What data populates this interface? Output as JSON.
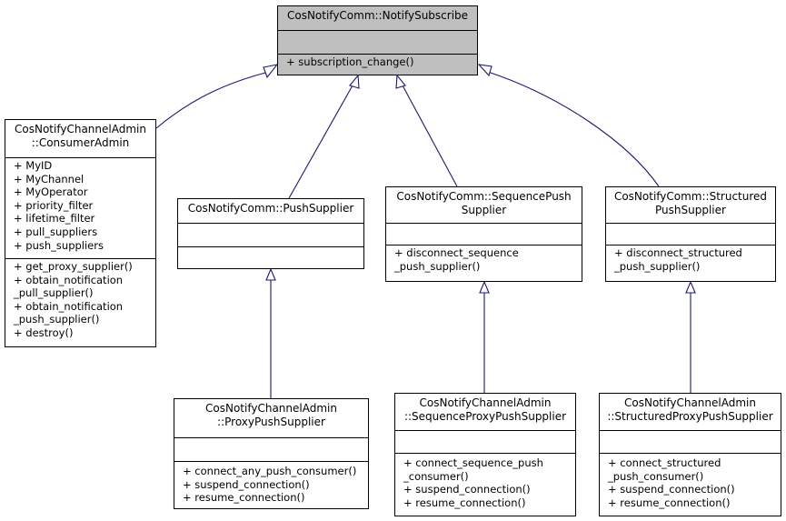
{
  "nodes": {
    "notify_subscribe": {
      "title": [
        "CosNotifyComm::NotifySubscribe"
      ],
      "attributes": [],
      "operations": [
        "+ subscription_change()"
      ]
    },
    "consumer_admin": {
      "title": [
        "CosNotifyChannelAdmin",
        "::ConsumerAdmin"
      ],
      "attributes": [
        "+ MyID",
        "+ MyChannel",
        "+ MyOperator",
        "+ priority_filter",
        "+ lifetime_filter",
        "+ pull_suppliers",
        "+ push_suppliers"
      ],
      "operations": [
        "+ get_proxy_supplier()",
        "+ obtain_notification",
        "_pull_supplier()",
        "+ obtain_notification",
        "_push_supplier()",
        "+ destroy()"
      ]
    },
    "push_supplier": {
      "title": [
        "CosNotifyComm::PushSupplier"
      ],
      "attributes": [],
      "operations": []
    },
    "sequence_push_supplier": {
      "title": [
        "CosNotifyComm::SequencePush",
        "Supplier"
      ],
      "attributes": [],
      "operations": [
        "+ disconnect_sequence",
        "_push_supplier()"
      ]
    },
    "structured_push_supplier": {
      "title": [
        "CosNotifyComm::Structured",
        "PushSupplier"
      ],
      "attributes": [],
      "operations": [
        "+ disconnect_structured",
        "_push_supplier()"
      ]
    },
    "proxy_push_supplier": {
      "title": [
        "CosNotifyChannelAdmin",
        "::ProxyPushSupplier"
      ],
      "attributes": [],
      "operations": [
        "+ connect_any_push_consumer()",
        "+ suspend_connection()",
        "+ resume_connection()"
      ]
    },
    "sequence_proxy_push_supplier": {
      "title": [
        "CosNotifyChannelAdmin",
        "::SequenceProxyPushSupplier"
      ],
      "attributes": [],
      "operations": [
        "+ connect_sequence_push",
        "_consumer()",
        "+ suspend_connection()",
        "+ resume_connection()"
      ]
    },
    "structured_proxy_push_supplier": {
      "title": [
        "CosNotifyChannelAdmin",
        "::StructuredProxyPushSupplier"
      ],
      "attributes": [],
      "operations": [
        "+ connect_structured",
        "_push_consumer()",
        "+ suspend_connection()",
        "+ resume_connection()"
      ]
    }
  },
  "edges": [
    {
      "from": "consumer_admin",
      "to": "notify_subscribe",
      "type": "inheritance"
    },
    {
      "from": "push_supplier",
      "to": "notify_subscribe",
      "type": "inheritance"
    },
    {
      "from": "sequence_push_supplier",
      "to": "notify_subscribe",
      "type": "inheritance"
    },
    {
      "from": "structured_push_supplier",
      "to": "notify_subscribe",
      "type": "inheritance"
    },
    {
      "from": "proxy_push_supplier",
      "to": "push_supplier",
      "type": "inheritance"
    },
    {
      "from": "sequence_proxy_push_supplier",
      "to": "sequence_push_supplier",
      "type": "inheritance"
    },
    {
      "from": "structured_proxy_push_supplier",
      "to": "structured_push_supplier",
      "type": "inheritance"
    }
  ],
  "colors": {
    "edge": "#191970",
    "highlight_fill": "#bfbfbf",
    "border": "#000000"
  }
}
